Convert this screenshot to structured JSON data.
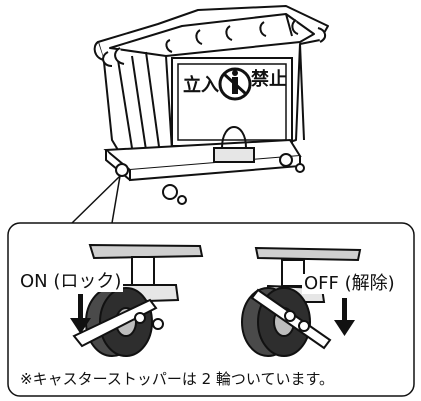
{
  "sign": {
    "left_text": "立入",
    "right_text": "禁止",
    "prohibition_icon": "no-entry-icon"
  },
  "callouts": {
    "on_label": "ON (ロック)",
    "off_label": "OFF (解除)"
  },
  "note": "※キャスターストッパーは 2 輪ついています。",
  "colors": {
    "line": "#111111",
    "fill_light": "#f2f2f2",
    "fill_mid": "#cfcfcf",
    "fill_dark": "#4a4a4a"
  }
}
